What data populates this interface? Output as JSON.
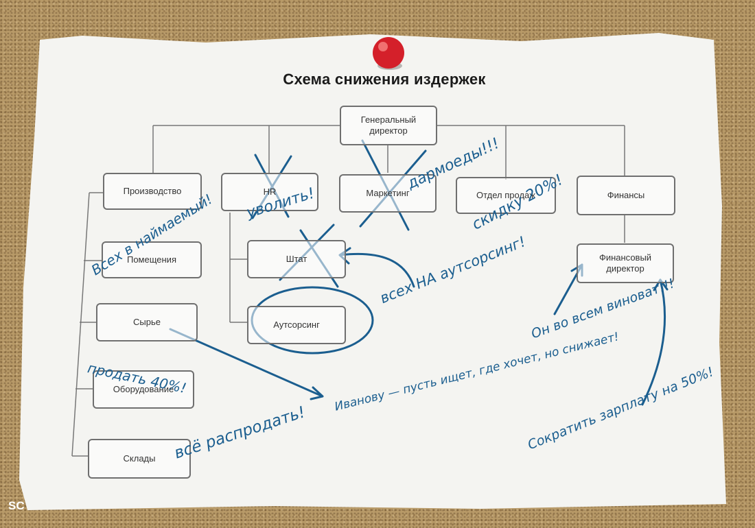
{
  "diagram": {
    "title": "Схема снижения издержек",
    "nodes": {
      "ceo": "Генеральный директор",
      "production": "Производство",
      "hr": "HR",
      "marketing": "Маркетинг",
      "sales": "Отдел продаж",
      "finance": "Финансы",
      "premises": "Помещения",
      "staff": "Штат",
      "raw_materials": "Сырье",
      "outsourcing": "Аутсорсинг",
      "equipment": "Оборудование",
      "warehouses": "Склады",
      "cfo": "Финансовый директор"
    }
  },
  "annotations": {
    "fire": "уволить!",
    "freeloaders": "дармоеды!!!",
    "discount": "скидку 20%!",
    "all_to_rent": "Всех в наймаемый!",
    "all_outsource": "всех НА аутсорсинг!",
    "he_is_to_blame": "Он во всем виноват!!!",
    "sell_40": "продать 40%!",
    "ivanov": "Иванову — пусть ищет, где хочет, но снижает!",
    "sell_all": "всё распродать!",
    "cut_salary": "Сократить зарплату на 50%!"
  },
  "watermark": "SC",
  "colors": {
    "ink": "#1b5e8f",
    "pin": "#d4202a",
    "paper": "#f4f4f1",
    "board": "#b89a68"
  }
}
